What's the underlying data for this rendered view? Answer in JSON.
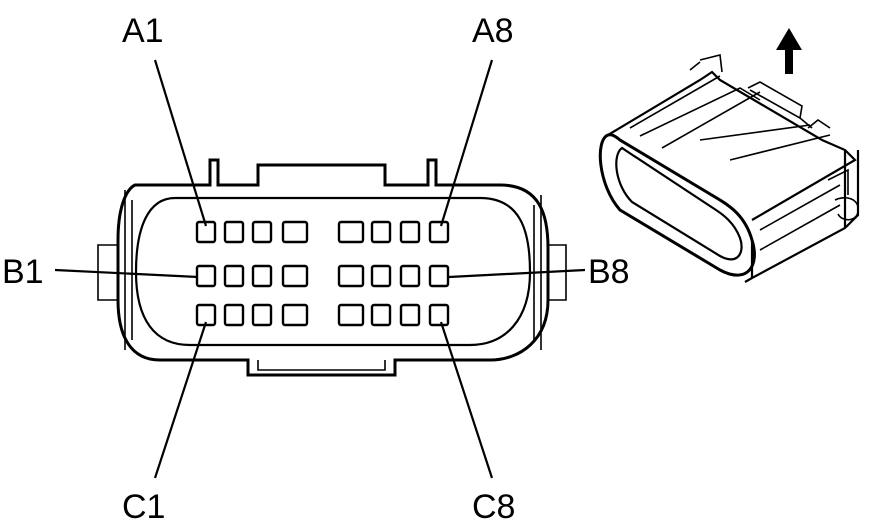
{
  "labels": {
    "a1": "A1",
    "a8": "A8",
    "b1": "B1",
    "b8": "B8",
    "c1": "C1",
    "c8": "C8"
  },
  "icons": {
    "direction": "up-arrow-icon"
  },
  "colors": {
    "ink": "#000000",
    "background": "#ffffff"
  }
}
